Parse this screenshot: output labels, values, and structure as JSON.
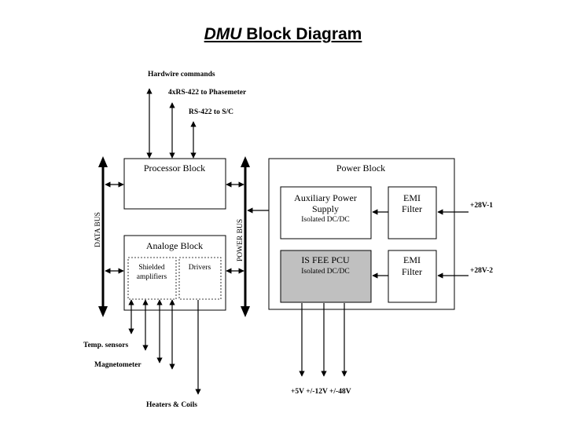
{
  "title": {
    "italic": "DMU",
    "rest": " Block Diagram"
  },
  "labels": {
    "hardwire_commands": "Hardwire commands",
    "rs422_phasemeter": "4xRS-422 to Phasemeter",
    "rs422_sc": "RS-422 to S/C",
    "data_bus": "DATA BUS",
    "power_bus": "POWER BUS",
    "temp_sensors": "Temp. sensors",
    "magnetometer": "Magnetometer",
    "heaters_coils": "Heaters & Coils",
    "plus28v1": "+28V-1",
    "plus28v2": "+28V-2",
    "outputs": "+5V +/-12V +/-48V"
  },
  "blocks": {
    "processor": "Processor Block",
    "analoge": "Analoge Block",
    "shielded_line1": "Shielded",
    "shielded_line2": "amplifiers",
    "drivers": "Drivers",
    "power": "Power Block",
    "aux_line1": "Auxiliary Power",
    "aux_line2": "Supply",
    "aux_line3": "Isolated DC/DC",
    "emi1_line1": "EMI",
    "emi1_line2": "Filter",
    "isfee_line1": "IS FEE PCU",
    "isfee_line2": "Isolated DC/DC",
    "emi2_line1": "EMI",
    "emi2_line2": "Filter"
  },
  "colors": {
    "isfee_fill": "#c0c0c0",
    "line": "#000000"
  }
}
